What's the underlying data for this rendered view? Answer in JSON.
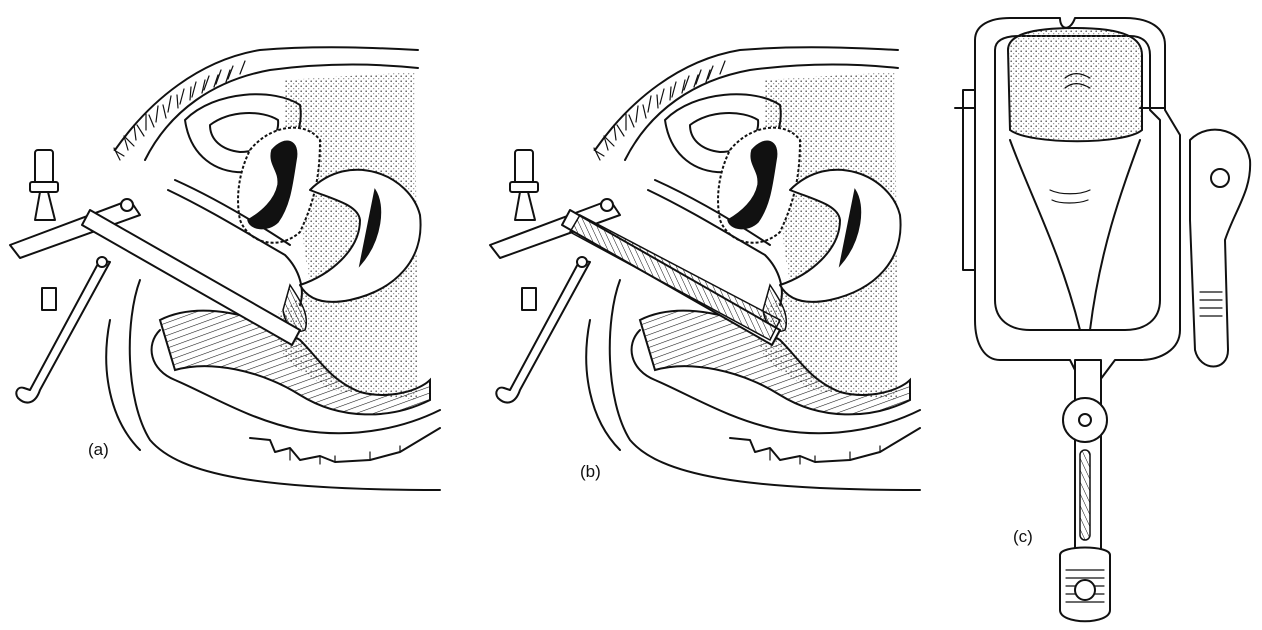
{
  "panels": [
    {
      "label": "(a)"
    },
    {
      "label": "(b)"
    },
    {
      "label": "(c)"
    }
  ],
  "colors": {
    "ink": "#111111",
    "paper": "#ffffff",
    "stipple": "#888888"
  }
}
